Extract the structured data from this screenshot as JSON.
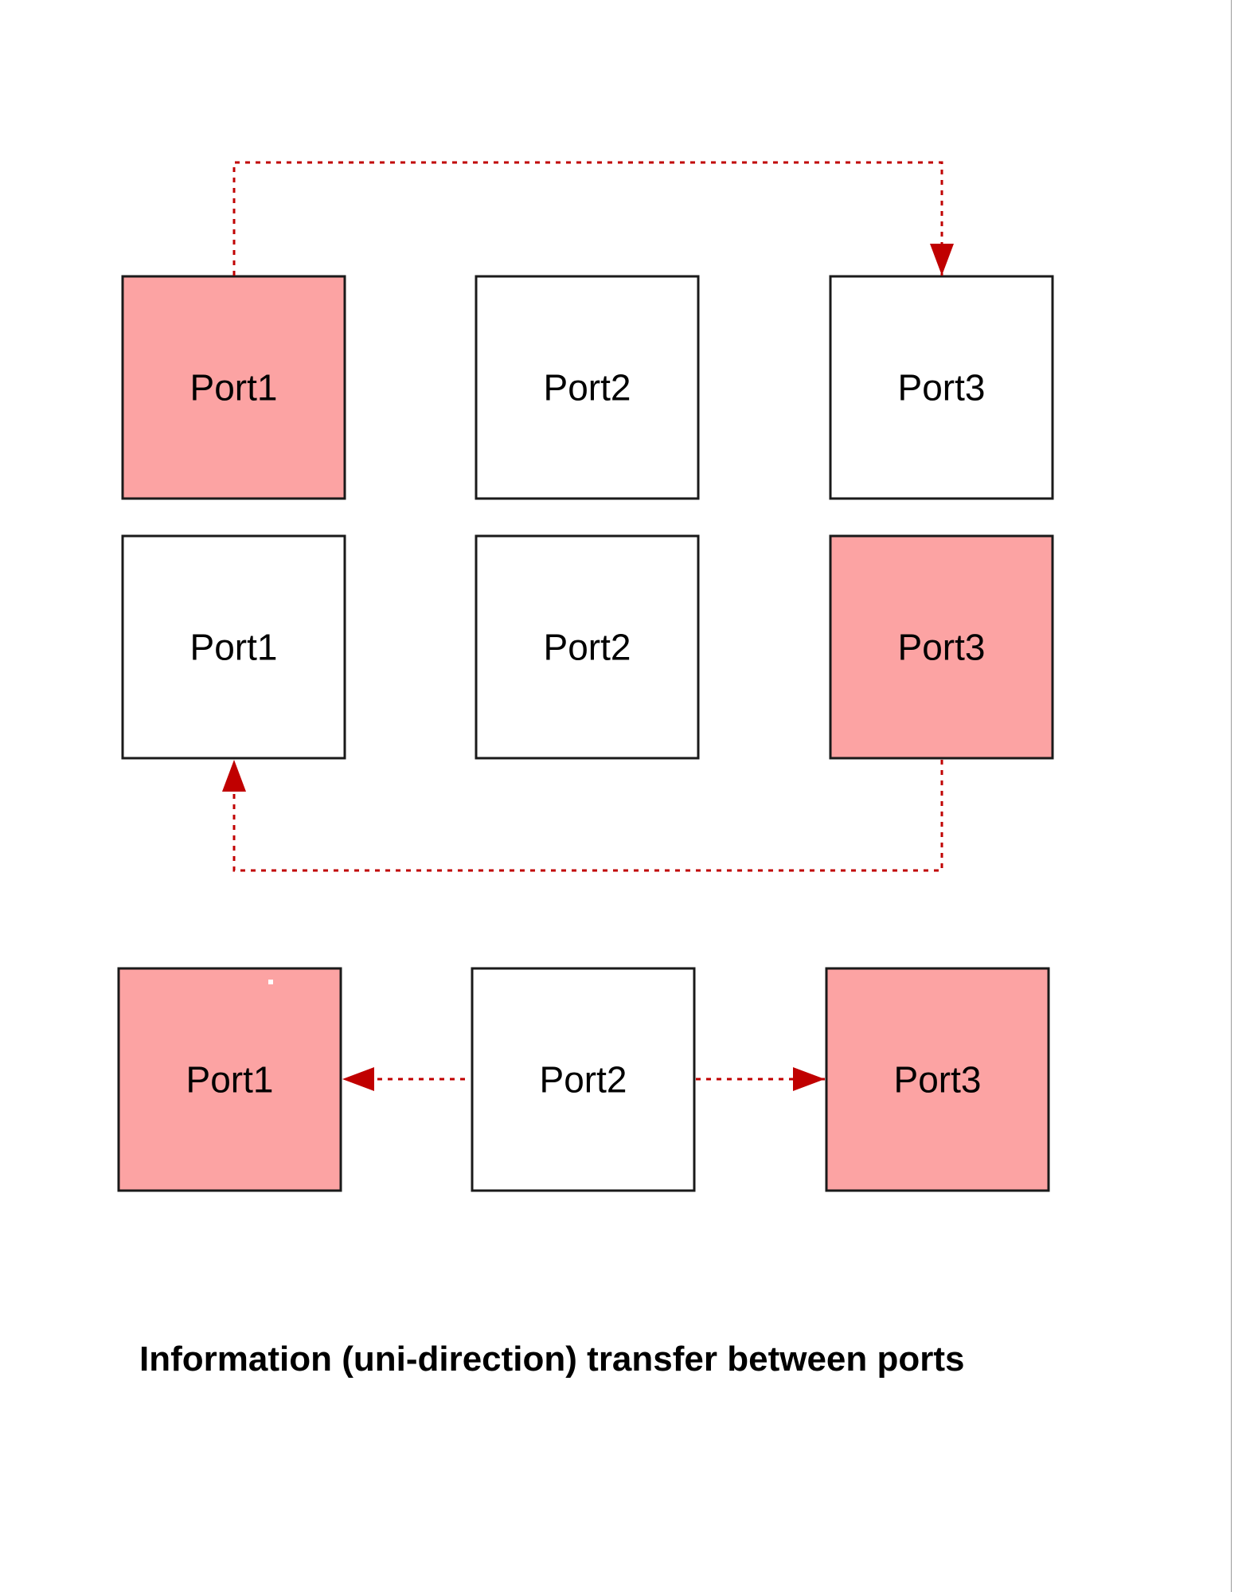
{
  "colors": {
    "highlight_fill": "#fca3a3",
    "plain_fill": "#ffffff",
    "box_stroke": "#1a1a1a",
    "arrow": "#c00000"
  },
  "groups": [
    {
      "name": "row-1",
      "ports": [
        {
          "label": "Port1",
          "highlighted": true
        },
        {
          "label": "Port2",
          "highlighted": false
        },
        {
          "label": "Port3",
          "highlighted": false
        }
      ],
      "transfer": {
        "from": "Port1",
        "to": "Port3",
        "direction": "uni"
      }
    },
    {
      "name": "row-2",
      "ports": [
        {
          "label": "Port1",
          "highlighted": false
        },
        {
          "label": "Port2",
          "highlighted": false
        },
        {
          "label": "Port3",
          "highlighted": true
        }
      ],
      "transfer": {
        "from": "Port3",
        "to": "Port1",
        "direction": "uni"
      }
    },
    {
      "name": "row-3",
      "ports": [
        {
          "label": "Port1",
          "highlighted": true
        },
        {
          "label": "Port2",
          "highlighted": false
        },
        {
          "label": "Port3",
          "highlighted": true
        }
      ],
      "transfers": [
        {
          "from": "Port2",
          "to": "Port1",
          "direction": "uni"
        },
        {
          "from": "Port2",
          "to": "Port3",
          "direction": "uni"
        }
      ]
    }
  ],
  "caption": "Information (uni-direction) transfer between ports"
}
